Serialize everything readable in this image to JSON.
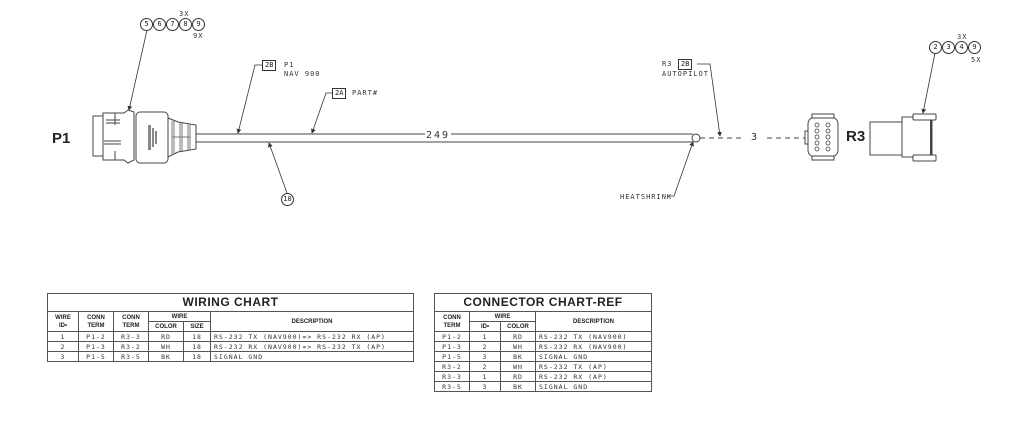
{
  "drawing": {
    "connector_left": {
      "label": "P1",
      "balloons": [
        "5",
        "6",
        "7",
        "8",
        "9"
      ],
      "qty_top": "3X",
      "qty_bottom": "9X"
    },
    "connector_right": {
      "label": "R3",
      "balloons": [
        "2",
        "3",
        "4",
        "9"
      ],
      "qty_top": "3X",
      "qty_bottom": "5X"
    },
    "cable": {
      "length": "249",
      "breakout_length": "3",
      "balloon": "10",
      "tag_p1": {
        "code": "2B",
        "line1": "P1",
        "line2": "NAV 900"
      },
      "tag_part": {
        "code": "2A",
        "text": "PART#"
      },
      "tag_r3": {
        "prefix": "R3",
        "code": "2B",
        "line2": "AUTOPILOT"
      },
      "heatshrink_label": "HEATSHRINK"
    }
  },
  "wiring_chart": {
    "title": "WIRING CHART",
    "headers": {
      "wire_id": "WIRE ID•",
      "conn_term_1": "CONN TERM",
      "conn_term_2": "CONN TERM",
      "wire_group": "WIRE",
      "color": "COLOR",
      "size": "SIZE",
      "description": "DESCRIPTION"
    },
    "rows": [
      {
        "id": "1",
        "from": "P1-2",
        "to": "R3-3",
        "color": "RD",
        "size": "18",
        "description": "RS-232 TX (NAV900)=> RS-232 RX (AP)"
      },
      {
        "id": "2",
        "from": "P1-3",
        "to": "R3-2",
        "color": "WH",
        "size": "18",
        "description": "RS-232 RX (NAV900)=> RS-232 TX (AP)"
      },
      {
        "id": "3",
        "from": "P1-5",
        "to": "R3-5",
        "color": "BK",
        "size": "18",
        "description": "SIGNAL GND"
      }
    ]
  },
  "connector_chart": {
    "title": "CONNECTOR CHART-REF",
    "headers": {
      "conn_term": "CONN TERM",
      "wire_group": "WIRE",
      "id": "ID•",
      "color": "COLOR",
      "description": "DESCRIPTION"
    },
    "rows": [
      {
        "term": "P1-2",
        "id": "1",
        "color": "RD",
        "description": "RS-232 TX (NAV900)"
      },
      {
        "term": "P1-3",
        "id": "2",
        "color": "WH",
        "description": "RS-232 RX (NAV900)"
      },
      {
        "term": "P1-5",
        "id": "3",
        "color": "BK",
        "description": "SIGNAL GND"
      },
      {
        "term": "R3-2",
        "id": "2",
        "color": "WH",
        "description": "RS-232 TX (AP)"
      },
      {
        "term": "R3-3",
        "id": "1",
        "color": "RD",
        "description": "RS-232 RX (AP)"
      },
      {
        "term": "R3-5",
        "id": "3",
        "color": "BK",
        "description": "SIGNAL GND"
      }
    ]
  }
}
